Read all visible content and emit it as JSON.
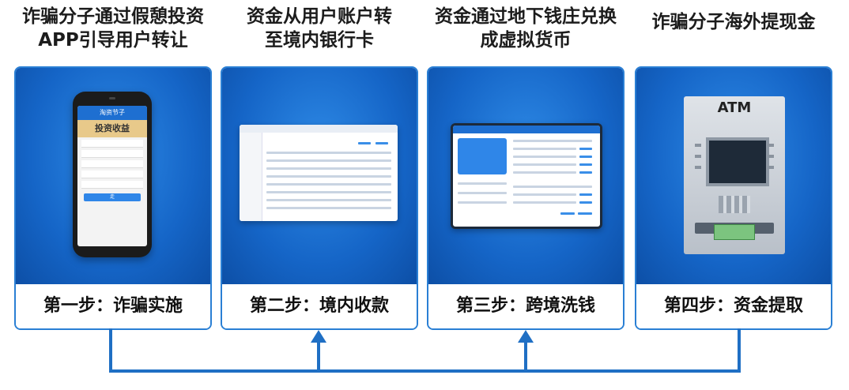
{
  "steps": [
    {
      "heading_lines": [
        "诈骗分子通过假憩投资",
        "APP引导用户转让"
      ],
      "caption": "第一步：诈骗实施",
      "phone": {
        "title": "淘资节子",
        "banner": "投资收益",
        "button": "走"
      }
    },
    {
      "heading_lines": [
        "资金从用户账户转",
        "至境内银行卡"
      ],
      "caption": "第二步：境内收款"
    },
    {
      "heading_lines": [
        "资金通过地下钱庄兑换",
        "成虚拟货币"
      ],
      "caption": "第三步：跨境洗钱"
    },
    {
      "heading_lines": [
        "诈骗分子海外提现金"
      ],
      "caption": "第四步：资金提取",
      "atm_label": "ATM"
    }
  ],
  "colors": {
    "accent": "#1565c7",
    "connector": "#1f6fc4",
    "card_border": "#2a7fd4"
  },
  "icons": {
    "phone": "smartphone-icon",
    "bank_system": "laptop-screen-icon",
    "exchange": "tablet-screen-icon",
    "atm": "atm-icon",
    "arrow": "arrow-up-icon"
  }
}
